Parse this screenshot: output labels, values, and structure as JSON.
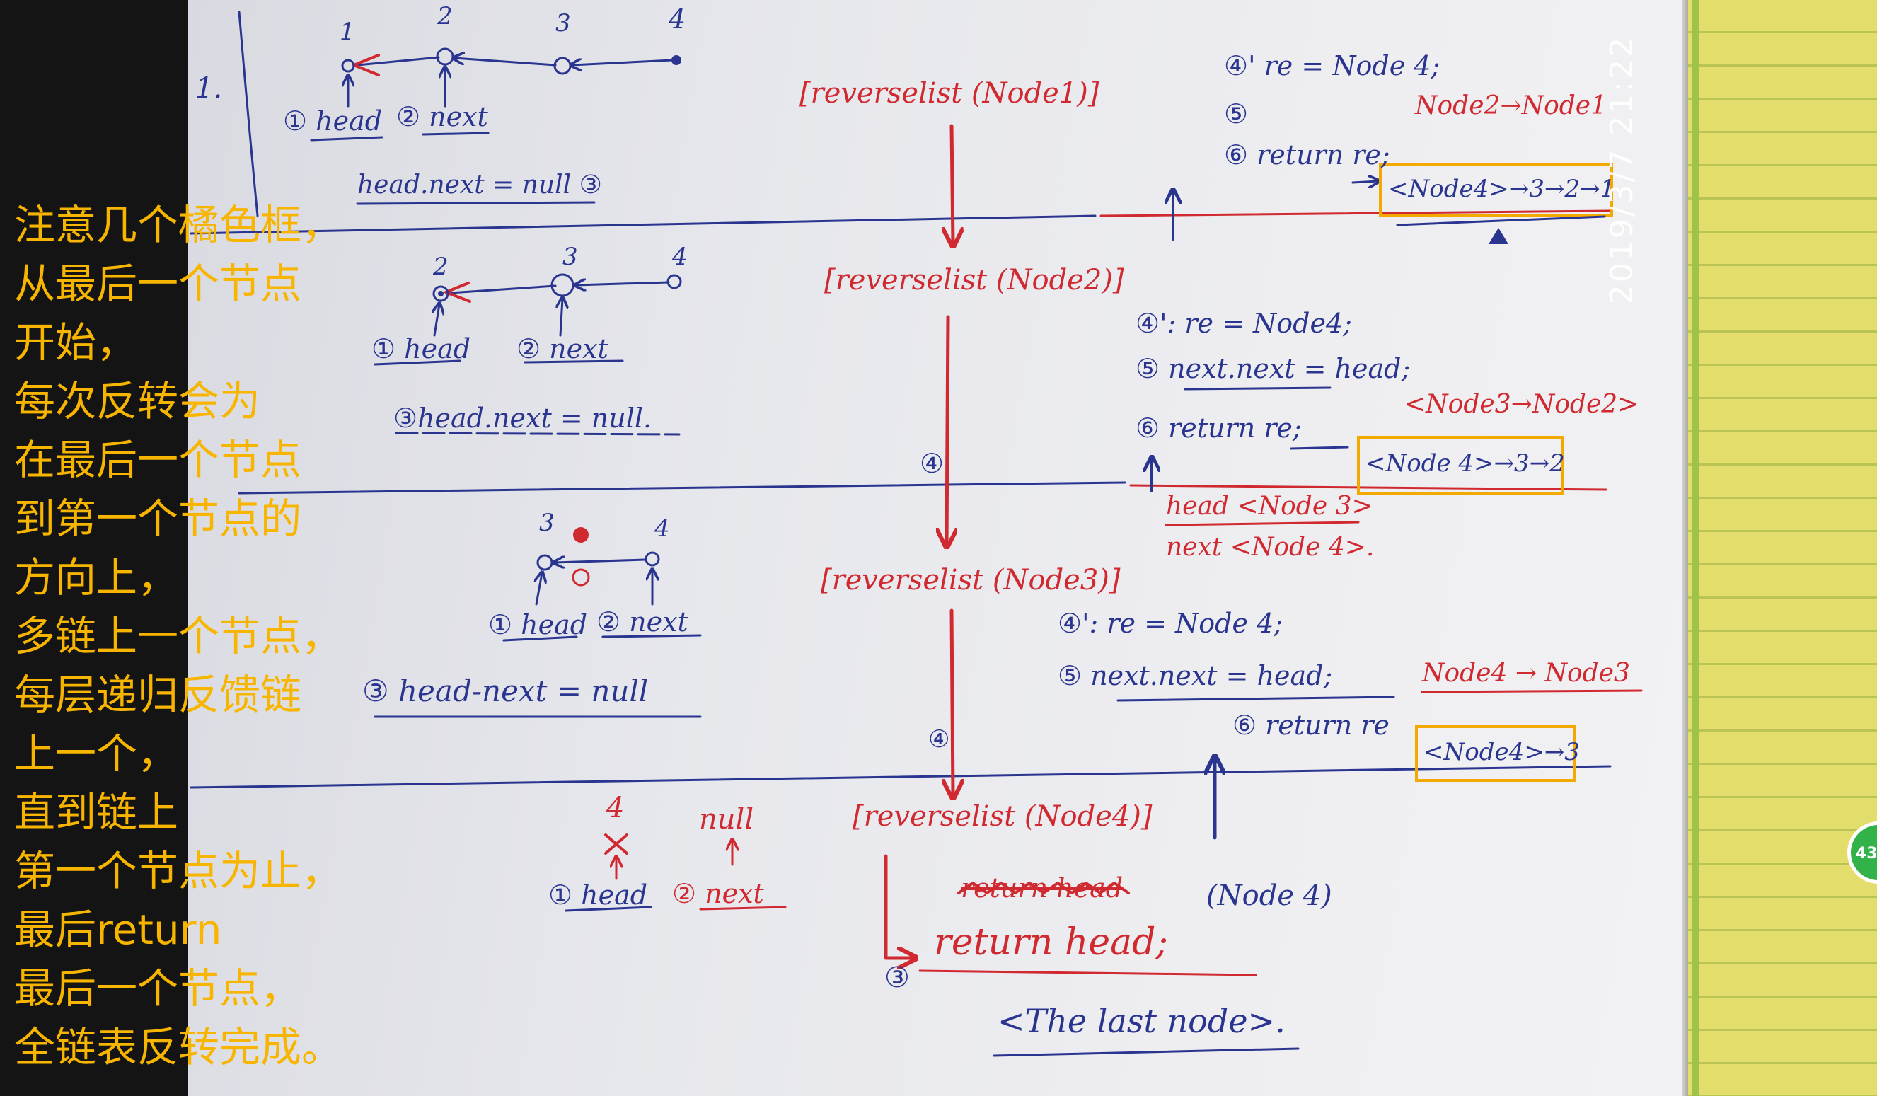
{
  "caption": {
    "lines": [
      "注意几个橘色框，",
      "从最后一个节点",
      "开始，",
      "每次反转会为",
      "在最后一个节点",
      "到第一个节点的",
      "方向上，",
      "多链上一个节点，",
      "每层递归反馈链",
      "上一个，",
      "直到链上",
      "第一个节点为止，",
      "最后return",
      "最后一个节点，",
      "全链表反转完成。"
    ]
  },
  "timestamp": "2019/3/7 21:22",
  "badge": "43",
  "margin_label": "1.",
  "colors": {
    "ink_blue": "#2a3590",
    "ink_red": "#d02a30",
    "box_orange": "#f2a900",
    "caption_orange": "#f7b500",
    "timestamp_white": "#ffffff",
    "badge_green": "#31b34a"
  },
  "sections": [
    {
      "node_numbers": [
        "1",
        "2",
        "3",
        "4"
      ],
      "head_label": "① head",
      "next_label": "② next",
      "null_stmt": "head.next = null ③",
      "call": "[reverselist (Node1)]",
      "re_stmt": "④' re = Node 4;",
      "link": "Node2→Node1",
      "next_stmt": "⑤",
      "return_stmt": "⑥ return re;",
      "result": "<Node4>→3→2→1"
    },
    {
      "node_numbers": [
        "2",
        "3",
        "4"
      ],
      "head_label": "① head",
      "next_label": "② next",
      "null_stmt": "③head.next = null.",
      "call": "[reverselist (Node2)]",
      "re_stmt": "④': re = Node4;",
      "next_stmt": "⑤ next.next = head;",
      "link": "<Node3→Node2>",
      "return_stmt": "⑥ return re;",
      "result": "<Node 4>→3→2",
      "step_marker": "④",
      "head_value": "head <Node 3>",
      "next_value": "next <Node 4>."
    },
    {
      "node_numbers": [
        "3",
        "4"
      ],
      "head_label": "① head",
      "next_label": "② next",
      "null_stmt": "③ head-next = null",
      "call": "[reverselist (Node3)]",
      "re_stmt": "④': re = Node 4;",
      "next_stmt": "⑤ next.next = head;",
      "link": "Node4 → Node3",
      "return_stmt": "⑥ return re",
      "result": "<Node4>→3",
      "step_marker": "④"
    },
    {
      "node_numbers": [
        "4"
      ],
      "null_label": "null",
      "head_label": "① head",
      "next_label": "② next",
      "call": "[reverselist (Node4)]",
      "struck_stmt": "return head",
      "step_marker": "③",
      "return_stmt": "return head;",
      "node_value": "(Node 4)",
      "note": "<The last node>."
    }
  ]
}
